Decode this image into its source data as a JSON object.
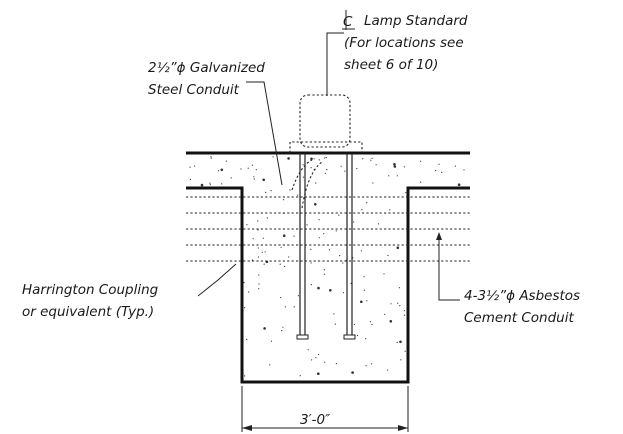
{
  "labels": {
    "lamp_standard": {
      "line1": "Lamp Standard",
      "line2": "(For locations see",
      "line3": "sheet 6 of 10)"
    },
    "galvanized_conduit": {
      "line1": "2½”ϕ Galvanized",
      "line2": "Steel Conduit"
    },
    "harrington_coupling": {
      "line1": "Harrington Coupling",
      "line2": "or equivalent (Typ.)"
    },
    "asbestos_conduit": {
      "line1": "4-3½”ϕ Asbestos",
      "line2": "Cement Conduit"
    },
    "width_dimension": "3′-0″"
  }
}
